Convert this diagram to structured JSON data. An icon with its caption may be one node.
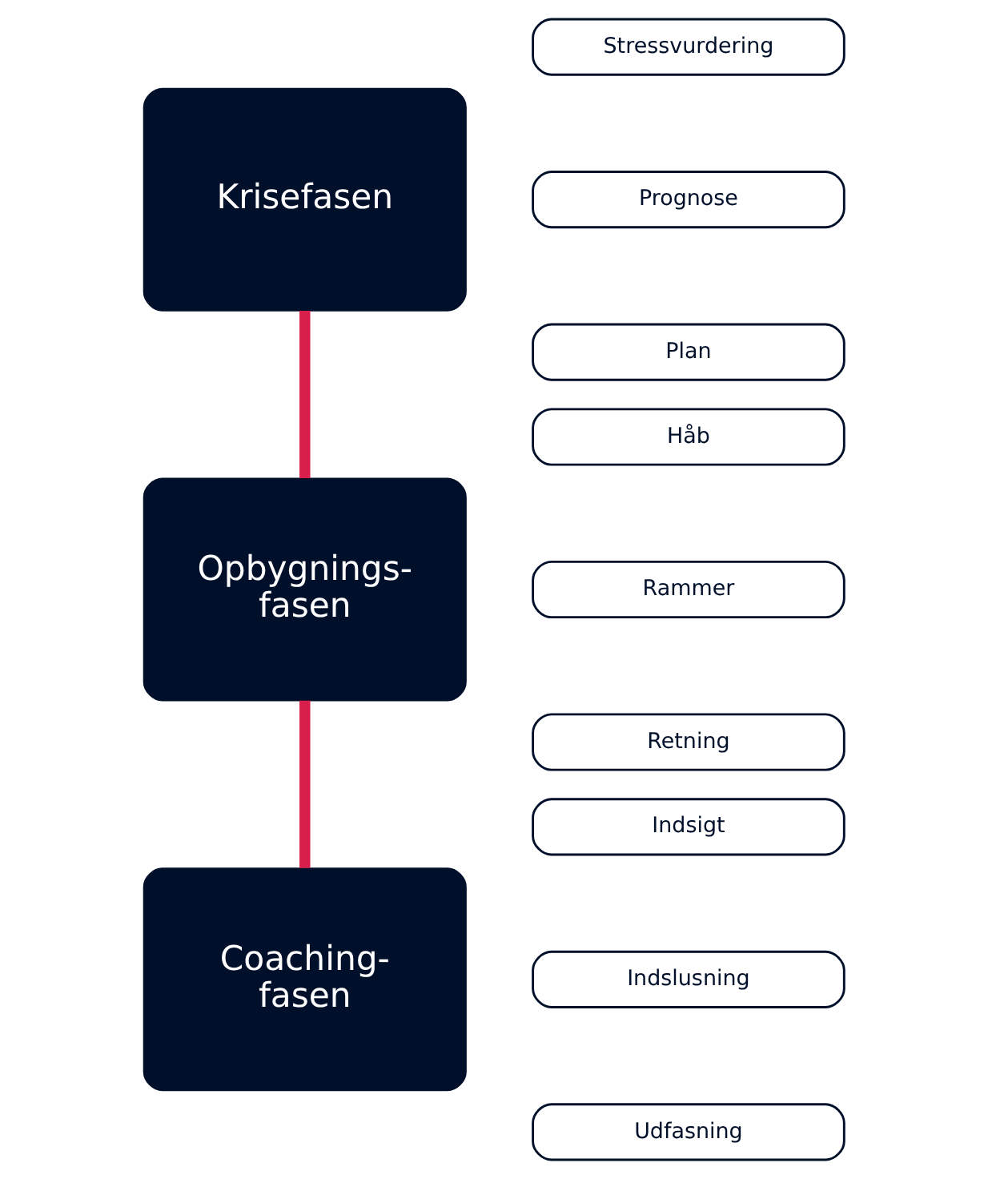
{
  "diagram": {
    "nodes": [
      {
        "text": [
          "Krisefasen"
        ]
      },
      {
        "text": [
          "Stressvurdering"
        ]
      },
      {
        "text": [
          "Prognose"
        ]
      },
      {
        "text": [
          "Plan"
        ]
      },
      {
        "text": [
          "Opbygnings- fasen"
        ]
      },
      {
        "text": [
          "Håb"
        ]
      },
      {
        "text": [
          "Rammer"
        ]
      },
      {
        "text": [
          "Retning"
        ]
      },
      {
        "text": [
          "Coaching- fasen"
        ]
      },
      {
        "text": [
          "Indsigt"
        ]
      },
      {
        "text": [
          "Indslusning"
        ]
      },
      {
        "text": [
          "Udfasning"
        ]
      }
    ],
    "edges": [
      {
        "from": 0,
        "to": 4,
        "arrow": "none"
      },
      {
        "from": 4,
        "to": 8,
        "arrow": "none"
      }
    ]
  }
}
